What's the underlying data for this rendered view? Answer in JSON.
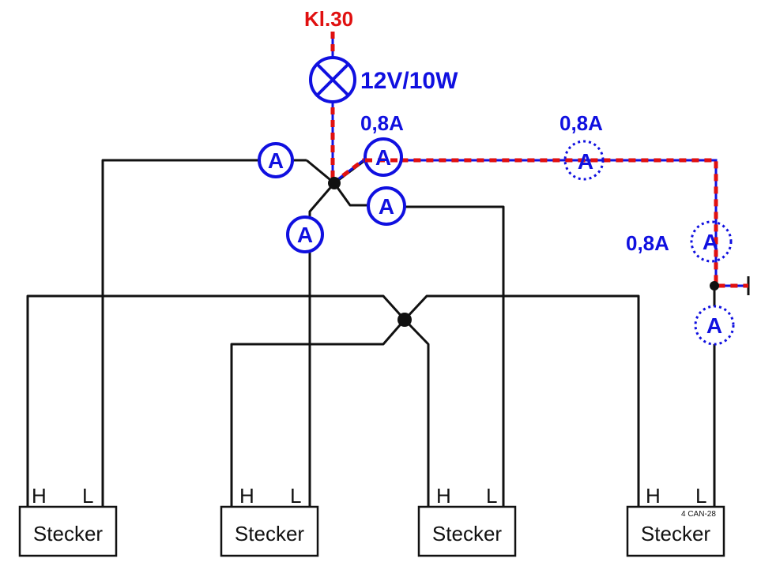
{
  "supply": {
    "terminal_label": "Kl.30",
    "lamp_label": "12V/10W"
  },
  "meters": {
    "letter": "A",
    "current_label": "0,8A"
  },
  "connectors": [
    {
      "label": "Stecker",
      "pin_h": "H",
      "pin_l": "L"
    },
    {
      "label": "Stecker",
      "pin_h": "H",
      "pin_l": "L"
    },
    {
      "label": "Stecker",
      "pin_h": "H",
      "pin_l": "L"
    },
    {
      "label": "Stecker",
      "pin_h": "H",
      "pin_l": "L",
      "figure_code": "4 CAN-28"
    }
  ],
  "colors": {
    "wire": "#111111",
    "current_path": "#e01010",
    "meter": "#1010e0"
  }
}
